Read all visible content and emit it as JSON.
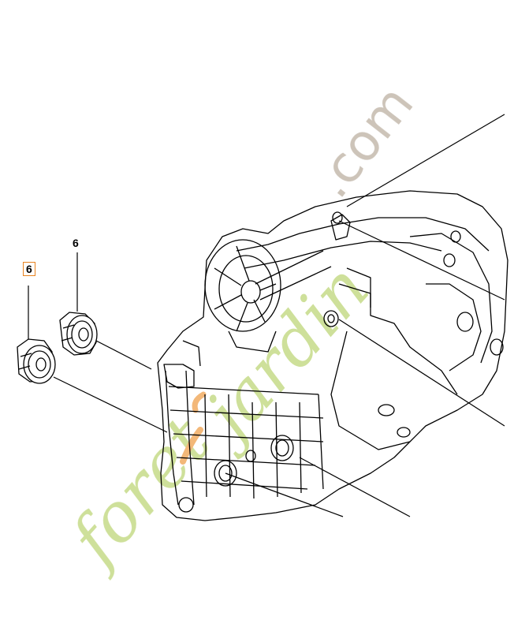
{
  "callouts": {
    "left_label": "6",
    "right_label": "6"
  },
  "watermark": {
    "text_green": "foret jardin",
    "text_grey": ".com",
    "color_green": "#c9dd8f",
    "color_orange": "#f2b06a",
    "color_grey": "#c8beb2"
  },
  "colors": {
    "line": "#000000",
    "highlight_box": "#e8831f"
  }
}
